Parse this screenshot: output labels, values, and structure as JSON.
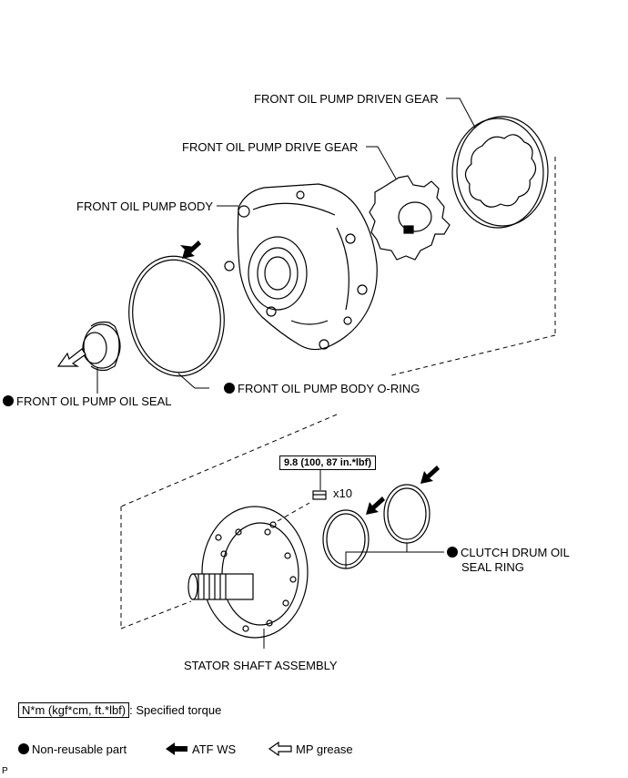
{
  "labels": {
    "driven_gear": "FRONT OIL PUMP DRIVEN GEAR",
    "drive_gear": "FRONT OIL PUMP DRIVE GEAR",
    "pump_body": "FRONT OIL PUMP BODY",
    "body_oring": "FRONT OIL PUMP BODY O-RING",
    "oil_seal": "FRONT OIL PUMP OIL SEAL",
    "clutch_seal_line1": "CLUTCH DRUM OIL",
    "clutch_seal_line2": "SEAL RING",
    "stator_shaft": "STATOR SHAFT ASSEMBLY"
  },
  "torque": {
    "spec": "9.8 (100, 87 in.*lbf)",
    "quantity": "x10"
  },
  "legend": {
    "torque_unit": "N*m (kgf*cm, ft.*lbf)",
    "torque_desc": ": Specified torque",
    "non_reusable": "Non-reusable part",
    "atf": "ATF WS",
    "grease": "MP grease"
  },
  "corner_mark": "P"
}
